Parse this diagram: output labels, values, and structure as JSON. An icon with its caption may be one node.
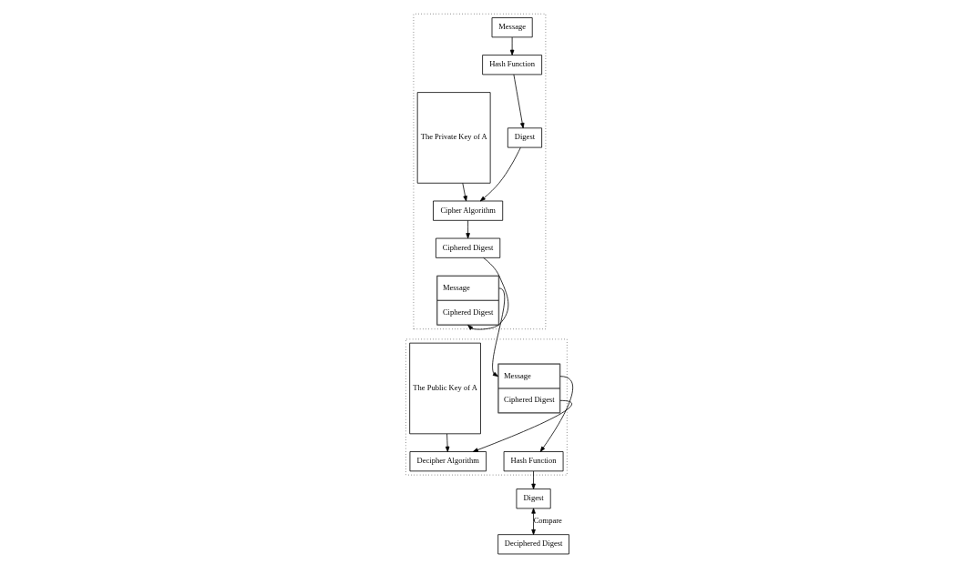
{
  "diagram": {
    "nodes": [
      {
        "text": [],
        "shape": "box"
      },
      {
        "text": [
          "Message"
        ],
        "in": 0
      },
      {
        "text": [
          "Hash Function"
        ],
        "in": 0
      },
      {
        "text": [
          "Digest"
        ],
        "in": 0
      },
      {
        "text": [
          "The Private Key of A"
        ],
        "in": 0
      },
      {
        "text": [
          "Cipher Algorithm"
        ],
        "in": 0
      },
      {
        "text": [
          "Ciphered Digest"
        ],
        "in": 0
      },
      {
        "text": [
          "Message",
          "Ciphered Digest"
        ],
        "in": 0
      },
      {
        "text": [],
        "shape": "box"
      },
      {
        "text": [
          "Message",
          "Ciphered Digest"
        ],
        "in": 8
      },
      {
        "text": [
          "Hash Function"
        ],
        "in": 8
      },
      {
        "text": [
          "Digest"
        ]
      },
      {
        "text": [
          "The Public Key of A"
        ],
        "in": 8
      },
      {
        "text": [
          "Decipher Algorithm"
        ],
        "in": 8
      },
      {
        "text": [
          "Deciphered Digest"
        ]
      }
    ],
    "edges": [
      {
        "from": 1,
        "to": 2,
        "arrow": "to"
      },
      {
        "from": 2,
        "to": 3,
        "arrow": "to"
      },
      {
        "from": 3,
        "to": 5,
        "arrow": "to"
      },
      {
        "from": 4,
        "to": 5,
        "arrow": "to"
      },
      {
        "from": 5,
        "to": 6,
        "arrow": "to"
      },
      {
        "from": 6,
        "to": 7,
        "arrow": "to"
      },
      {
        "from": 7,
        "to": 9,
        "arrow": "to"
      },
      {
        "from": 9,
        "to": 10,
        "arrow": "to"
      },
      {
        "from": 10,
        "to": 11,
        "arrow": "to"
      },
      {
        "from": 9,
        "to": 13,
        "arrow": "to"
      },
      {
        "from": 12,
        "to": 13,
        "arrow": "to"
      },
      {
        "from": 11,
        "to": 14,
        "arrow": "both",
        "label": "Compare"
      }
    ]
  }
}
